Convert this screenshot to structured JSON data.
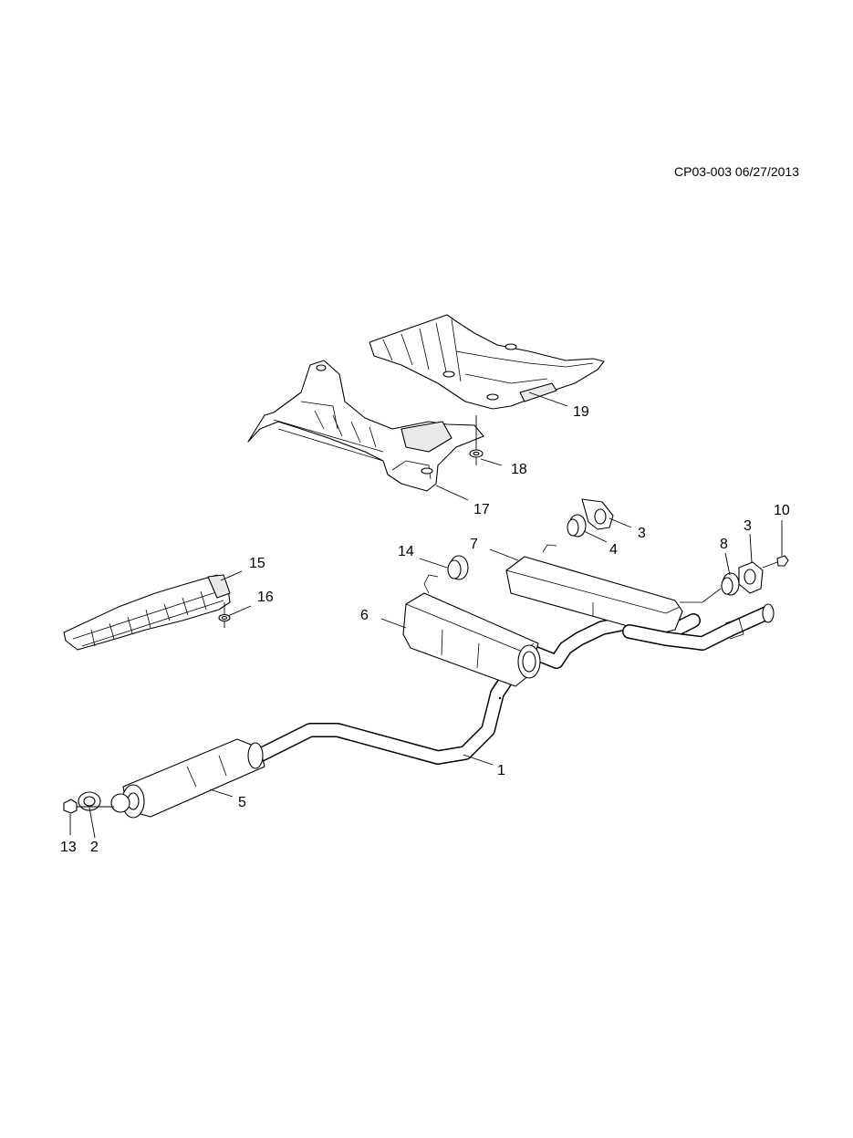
{
  "ref_code": "CP03-003 06/27/2013",
  "callouts": {
    "c1": "1",
    "c2": "2",
    "c3a": "3",
    "c3b": "3",
    "c4": "4",
    "c5": "5",
    "c6": "6",
    "c7": "7",
    "c8": "8",
    "c10": "10",
    "c13": "13",
    "c14": "14",
    "c15": "15",
    "c16": "16",
    "c17": "17",
    "c18": "18",
    "c19": "19"
  }
}
